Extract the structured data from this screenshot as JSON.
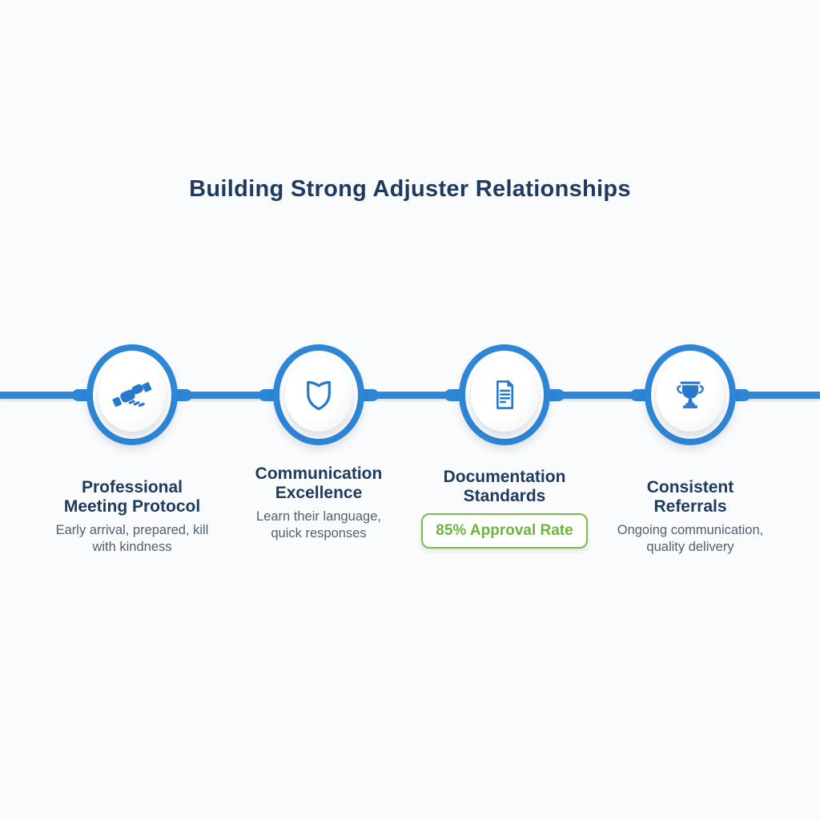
{
  "title": "Building Strong Adjuster Relationships",
  "colors": {
    "accent_blue": "#2E86D6",
    "icon_blue": "#2878CC",
    "heading_navy": "#1E3A5F",
    "subtitle_gray": "#53606E",
    "badge_green": "#6DB53D",
    "background": "#FAFBFC"
  },
  "timeline": {
    "nodes": [
      {
        "icon": "handshake-icon",
        "title_lines": [
          "Professional",
          "Meeting Protocol"
        ],
        "subtitle_lines": [
          "Early arrival, prepared, kill",
          "with kindness"
        ]
      },
      {
        "icon": "shield-icon",
        "title_lines": [
          "Communication",
          "Excellence"
        ],
        "subtitle_lines": [
          "Learn their language,",
          "quick responses"
        ]
      },
      {
        "icon": "document-icon",
        "title_lines": [
          "Documentation",
          "Standards"
        ],
        "badge": "85% Approval Rate"
      },
      {
        "icon": "trophy-icon",
        "title_lines": [
          "Consistent",
          "Referrals"
        ],
        "subtitle_lines": [
          "Ongoing communication,",
          "quality delivery"
        ]
      }
    ]
  }
}
